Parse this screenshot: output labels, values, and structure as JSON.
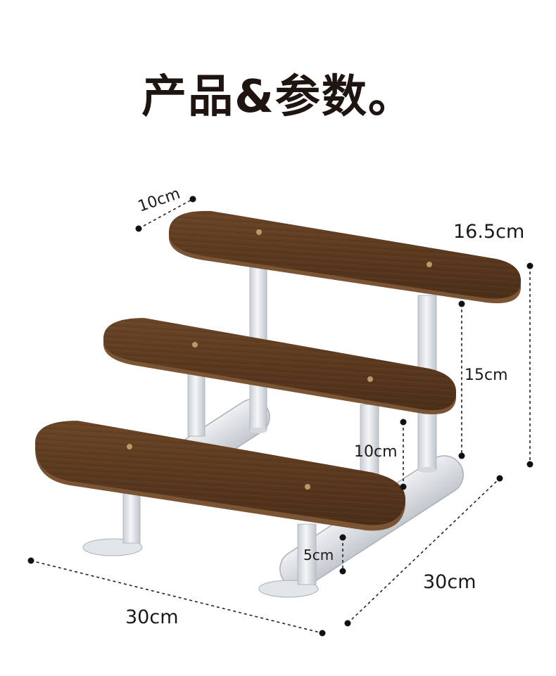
{
  "page": {
    "title": "产品&参数。"
  },
  "dimensions": {
    "width": "30cm",
    "depth": "30cm",
    "total_height": "16.5cm",
    "tier_height_upper": "15cm",
    "tier_height_middle": "10cm",
    "leg_height": "5cm",
    "shelf_depth": "10cm"
  },
  "product": {
    "shelves": 3,
    "wood_color": "#5e3d22",
    "wood_edge_color": "#7a5433",
    "stand_color": "#dfe2e6"
  }
}
